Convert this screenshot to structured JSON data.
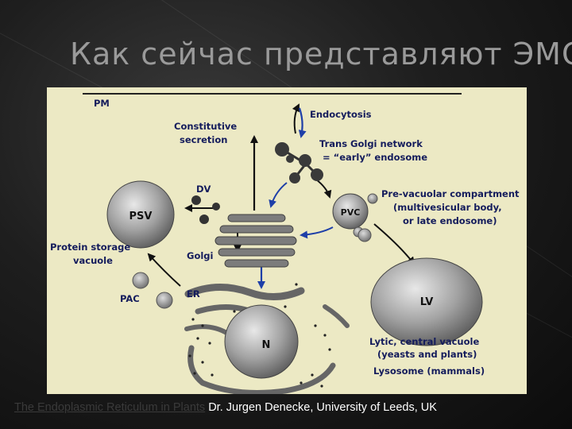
{
  "slide": {
    "title": "Как сейчас представляют ЭМС"
  },
  "diagram": {
    "labels": {
      "pm": "PM",
      "endocytosis": "Endocytosis",
      "constitutive_1": "Constitutive",
      "constitutive_2": "secretion",
      "tgn_1": "Trans Golgi network",
      "tgn_2": "= “early” endosome",
      "dv": "DV",
      "pvc_1": "Pre-vacuolar compartment",
      "pvc_2": "(multivesicular body,",
      "pvc_3": "or late endosome)",
      "psv_1": "Protein storage",
      "psv_2": "vacuole",
      "golgi": "Golgi",
      "pac": "PAC",
      "er": "ER",
      "lytic_1": "Lytic, central vacuole",
      "lytic_2": "(yeasts and plants)",
      "lysosome": "Lysosome (mammals)"
    },
    "organelles": {
      "psv": "PSV",
      "pvc": "PVC",
      "lv": "LV",
      "n": "N"
    },
    "colors": {
      "background": "#ece9c4",
      "label_text": "#141c5c",
      "arrow_blue": "#1e3fa8",
      "organelle_gray": "#8c8c8c"
    }
  },
  "caption": {
    "link_text": "The Endoplasmic Reticulum in Plants",
    "author": "Dr. Jurgen Denecke, University of Leeds, UK"
  }
}
